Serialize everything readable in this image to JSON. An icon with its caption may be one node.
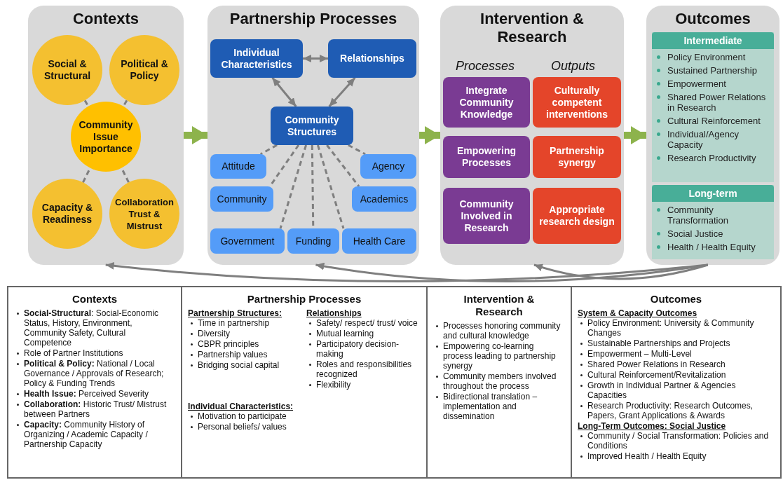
{
  "diagram": {
    "nodes": [
      {
        "text": [
          "Contexts"
        ]
      },
      {
        "text": [
          "Social & Structural"
        ],
        "in": 0
      },
      {
        "text": [
          "Political & Policy"
        ],
        "in": 0
      },
      {
        "text": [
          "Community Issue Importance"
        ],
        "in": 0
      },
      {
        "text": [
          "Capacity & Readiness"
        ],
        "in": 0
      },
      {
        "text": [
          "Collaboration Trust & Mistrust"
        ],
        "in": 0
      },
      {
        "text": [
          "Partnership Processes"
        ]
      },
      {
        "text": [
          "Individual Characteristics"
        ],
        "in": 6
      },
      {
        "text": [
          "Relationships"
        ],
        "in": 6
      },
      {
        "text": [
          "Community Structures"
        ],
        "in": 6
      },
      {
        "text": [
          "Attitude"
        ],
        "in": 6
      },
      {
        "text": [
          "Agency"
        ],
        "in": 6
      },
      {
        "text": [
          "Funding"
        ],
        "in": 6
      },
      {
        "text": [
          "Community"
        ],
        "in": 6
      },
      {
        "text": [
          "Academics"
        ],
        "in": 6
      },
      {
        "text": [
          "Government"
        ],
        "in": 6
      },
      {
        "text": [
          "Health Care"
        ],
        "in": 6
      },
      {
        "text": [
          "Intervention & Research",
          "Processes",
          "Outputs"
        ]
      },
      {
        "text": [
          "Integrate Community Knowledge"
        ],
        "in": 17
      },
      {
        "text": [
          "Culturally competent interventions"
        ],
        "in": 17
      },
      {
        "text": [
          "Empowering Processes"
        ],
        "in": 17
      },
      {
        "text": [
          "Partnership synergy"
        ],
        "in": 17
      },
      {
        "text": [
          "Community Involved in Research"
        ],
        "in": 17
      },
      {
        "text": [
          "Appropriate research design"
        ],
        "in": 17
      },
      {
        "text": [
          "Outcomes"
        ]
      },
      {
        "text": [
          "Intermediate",
          "Policy Environment",
          "Sustained Partnership",
          "Empowerment",
          "Shared Power Relations in Research",
          "Cultural Reinforcement",
          "Individual/Agency Capacity",
          "Research Productivity"
        ],
        "in": 24
      },
      {
        "text": [
          "Long-term",
          "Community Transformation",
          "Social Justice",
          "Health / Health Equity"
        ],
        "in": 24
      },
      {
        "text": [
          "Contexts",
          "**Social-Structural**: Social-Economic Status, History, Environment, Community Safety, Cultural Competence",
          "Role of Partner Institutions",
          "**Political & Policy:** National / Local Governance / Approvals of Research; Policy & Funding Trends",
          "**Health Issue:** Perceived Severity",
          "**Collaboration:** Historic Trust/ Mistrust between Partners",
          "**Capacity:** Community History of Organizing / Academic Capacity / Partnership Capacity"
        ]
      },
      {
        "text": [
          "Partnership Processes",
          "**Partnership Structures:**",
          "Time in partnership",
          "Diversity",
          "CBPR principles",
          "Partnership values",
          "Bridging social capital",
          "**Individual Characteristics:**",
          "Motivation to participate",
          "Personal beliefs/ values",
          "**Relationships**",
          "Safety/ respect/ trust/ voice",
          "Mutual learning",
          "Participatory decision-making",
          "Roles and responsibilities recognized",
          "Flexibility"
        ]
      },
      {
        "text": [
          "Intervention & Research",
          "Processes honoring community and cultural knowledge",
          "Empowering co-learning process leading to partnership synergy",
          "Community members involved throughout the process",
          "Bidirectional translation – implementation and dissemination"
        ]
      },
      {
        "text": [
          "Outcomes",
          "**System & Capacity Outcomes**",
          "Policy Environment: University & Community Changes",
          "Sustainable Partnerships and Projects",
          "Empowerment – Multi-Level",
          "Shared Power Relations in Research",
          "Cultural Reinforcement/Revitalization",
          "Growth in Individual Partner & Agencies Capacities",
          "Research Productivity: Research Outcomes, Papers, Grant Applications & Awards",
          "**Long-Term Outcomes: Social Justice**",
          "Community / Social Transformation: Policies and Conditions",
          "Improved Health / Health Equity"
        ]
      }
    ],
    "edges": [
      {
        "from": 1,
        "to": 3,
        "arrow": "none",
        "style": "dashed"
      },
      {
        "from": 2,
        "to": 3,
        "arrow": "none",
        "style": "dashed"
      },
      {
        "from": 4,
        "to": 3,
        "arrow": "none",
        "style": "dashed"
      },
      {
        "from": 5,
        "to": 3,
        "arrow": "none",
        "style": "dashed"
      },
      {
        "from": 7,
        "to": 8,
        "arrow": "both"
      },
      {
        "from": 7,
        "to": 9,
        "arrow": "both"
      },
      {
        "from": 8,
        "to": 9,
        "arrow": "both"
      },
      {
        "from": 9,
        "to": 10,
        "arrow": "none",
        "style": "dashed"
      },
      {
        "from": 9,
        "to": 11,
        "arrow": "none",
        "style": "dashed"
      },
      {
        "from": 9,
        "to": 12,
        "arrow": "none",
        "style": "dashed"
      },
      {
        "from": 9,
        "to": 13,
        "arrow": "none",
        "style": "dashed"
      },
      {
        "from": 9,
        "to": 14,
        "arrow": "none",
        "style": "dashed"
      },
      {
        "from": 9,
        "to": 15,
        "arrow": "none",
        "style": "dashed"
      },
      {
        "from": 9,
        "to": 16,
        "arrow": "none",
        "style": "dashed"
      },
      {
        "from": 0,
        "to": 6,
        "arrow": "to",
        "style": "thick",
        "color": "#8db34c"
      },
      {
        "from": 6,
        "to": 17,
        "arrow": "to",
        "style": "thick",
        "color": "#8db34c"
      },
      {
        "from": 17,
        "to": 24,
        "arrow": "to",
        "style": "thick",
        "color": "#8db34c"
      },
      {
        "from": 24,
        "to": 0,
        "arrow": "to"
      },
      {
        "from": 24,
        "to": 6,
        "arrow": "to"
      },
      {
        "from": 24,
        "to": 17,
        "arrow": "to"
      }
    ]
  }
}
